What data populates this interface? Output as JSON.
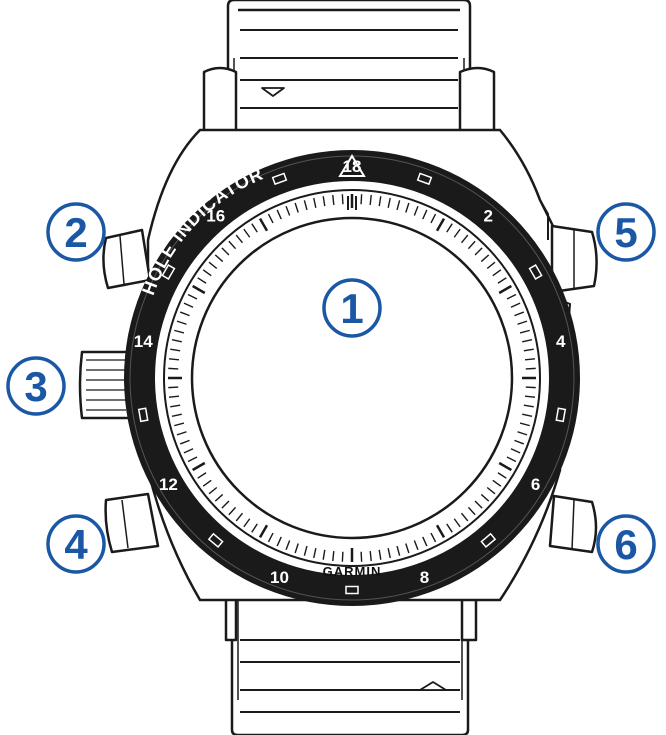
{
  "bezel": {
    "label": "HOLE INDICATOR",
    "numbers": [
      "2",
      "4",
      "6",
      "8",
      "10",
      "12",
      "14",
      "16",
      "18"
    ]
  },
  "dial": {
    "brand": "GARMIN"
  },
  "callouts": [
    {
      "id": "display",
      "label": "1"
    },
    {
      "id": "top-left-button",
      "label": "2"
    },
    {
      "id": "left-middle-button",
      "label": "3"
    },
    {
      "id": "bottom-left-button",
      "label": "4"
    },
    {
      "id": "top-right-button",
      "label": "5"
    },
    {
      "id": "bottom-right-button",
      "label": "6"
    }
  ],
  "colors": {
    "callout": "#1a57a5",
    "bezel": "#1a1a1a",
    "outline": "#1a1a1a",
    "face": "#ffffff"
  }
}
